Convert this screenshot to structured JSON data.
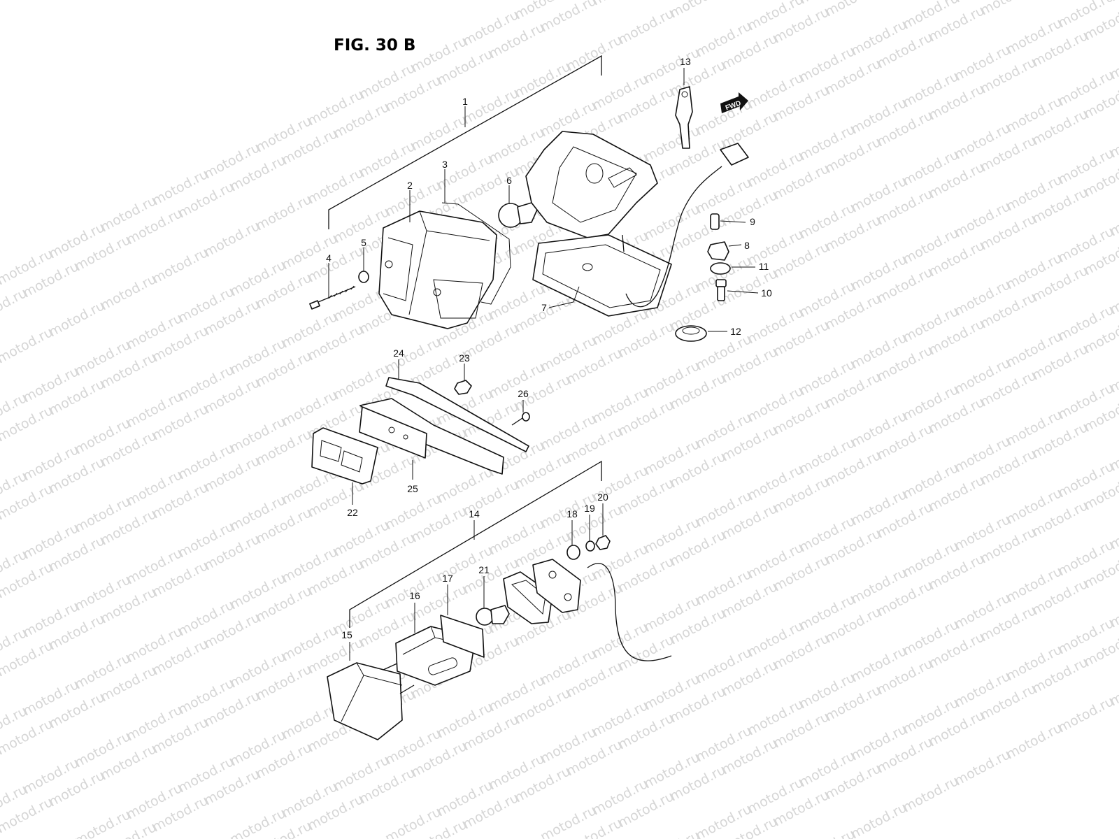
{
  "figure": {
    "title": "FIG. 30 B",
    "watermark": "motod.ru",
    "fwd_label": "FWD"
  },
  "callouts": [
    "1",
    "2",
    "3",
    "4",
    "5",
    "6",
    "7",
    "8",
    "9",
    "10",
    "11",
    "12",
    "13",
    "14",
    "15",
    "16",
    "17",
    "18",
    "19",
    "20",
    "21",
    "22",
    "23",
    "24",
    "25",
    "26"
  ],
  "colors": {
    "line": "#111111",
    "watermark": "#d6d6d6",
    "background": "#ffffff"
  }
}
